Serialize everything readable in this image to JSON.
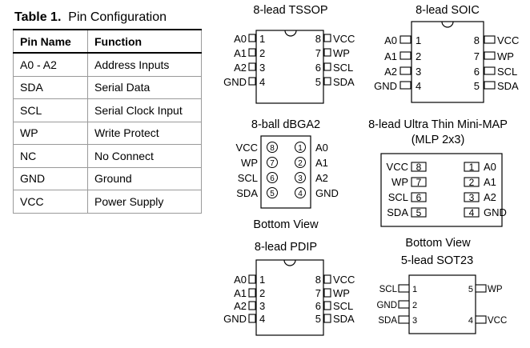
{
  "table": {
    "caption_num": "Table 1.",
    "caption_title": "Pin Configuration",
    "headers": [
      "Pin Name",
      "Function"
    ],
    "rows": [
      [
        "A0 - A2",
        "Address Inputs"
      ],
      [
        "SDA",
        "Serial Data"
      ],
      [
        "SCL",
        "Serial Clock Input"
      ],
      [
        "WP",
        "Write Protect"
      ],
      [
        "NC",
        "No Connect"
      ],
      [
        "GND",
        "Ground"
      ],
      [
        "VCC",
        "Power Supply"
      ]
    ]
  },
  "packages": {
    "tssop": {
      "title": "8-lead TSSOP",
      "left_names": [
        "A0",
        "A1",
        "A2",
        "GND"
      ],
      "left_nums": [
        "1",
        "2",
        "3",
        "4"
      ],
      "right_nums": [
        "8",
        "7",
        "6",
        "5"
      ],
      "right_names": [
        "VCC",
        "WP",
        "SCL",
        "SDA"
      ]
    },
    "soic": {
      "title": "8-lead SOIC",
      "left_names": [
        "A0",
        "A1",
        "A2",
        "GND"
      ],
      "left_nums": [
        "1",
        "2",
        "3",
        "4"
      ],
      "right_nums": [
        "8",
        "7",
        "6",
        "5"
      ],
      "right_names": [
        "VCC",
        "WP",
        "SCL",
        "SDA"
      ]
    },
    "dbga": {
      "title": "8-ball dBGA2",
      "left_names": [
        "VCC",
        "WP",
        "SCL",
        "SDA"
      ],
      "left_nums": [
        "8",
        "7",
        "6",
        "5"
      ],
      "right_nums": [
        "1",
        "2",
        "3",
        "4"
      ],
      "right_names": [
        "A0",
        "A1",
        "A2",
        "GND"
      ],
      "caption": "Bottom View"
    },
    "mlp": {
      "title_line1": "8-lead Ultra Thin Mini-MAP",
      "title_line2": "(MLP 2x3)",
      "left_names": [
        "VCC",
        "WP",
        "SCL",
        "SDA"
      ],
      "left_nums": [
        "8",
        "7",
        "6",
        "5"
      ],
      "right_nums": [
        "1",
        "2",
        "3",
        "4"
      ],
      "right_names": [
        "A0",
        "A1",
        "A2",
        "GND"
      ],
      "caption": "Bottom View"
    },
    "pdip": {
      "title": "8-lead PDIP",
      "left_names": [
        "A0",
        "A1",
        "A2",
        "GND"
      ],
      "left_nums": [
        "1",
        "2",
        "3",
        "4"
      ],
      "right_nums": [
        "8",
        "7",
        "6",
        "5"
      ],
      "right_names": [
        "VCC",
        "WP",
        "SCL",
        "SDA"
      ]
    },
    "sot23": {
      "title": "5-lead SOT23",
      "left_names": [
        "SCL",
        "GND",
        "SDA"
      ],
      "left_nums": [
        "1",
        "2",
        "3"
      ],
      "right_nums": [
        "5",
        "4"
      ],
      "right_names": [
        "WP",
        "VCC"
      ]
    }
  }
}
